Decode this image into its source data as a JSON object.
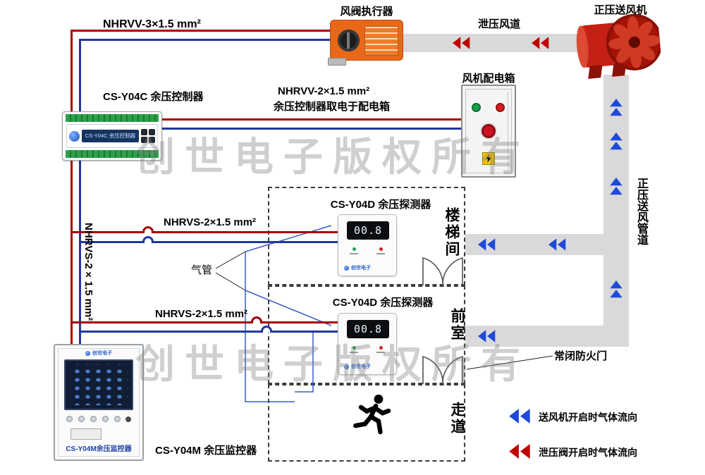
{
  "watermark": "创世电子版权所有",
  "top": {
    "cable_a": "NHRVV-3×1.5 mm²",
    "actuator_title": "风阀执行器",
    "relief_duct_label": "泄压风道",
    "fan_title": "正压送风机"
  },
  "power": {
    "box_title": "风机配电箱",
    "cable_label_line1": "NHRVV-2×1.5 mm²",
    "cable_label_line2": "余压控制器取电于配电箱"
  },
  "controller": {
    "title": "CS-Y04C 余压控制器",
    "faceplate_text": "CS-Y04C 余压控制器"
  },
  "riser": {
    "cable_vertical": "NHRVS-2×1.5 mm²",
    "supply_duct_label": "正压送风管道"
  },
  "stairwell": {
    "detector_title": "CS-Y04D 余压探测器",
    "cable_label": "NHRVS-2×1.5 mm²",
    "room_label": "楼梯间",
    "reading": "00.8",
    "logo": "创世电子"
  },
  "front_room": {
    "detector_title": "CS-Y04D 余压探测器",
    "cable_label": "NHRVS-2×1.5 mm²",
    "room_label": "前室",
    "reading": "00.8",
    "logo": "创世电子",
    "fire_door_label": "常闭防火门"
  },
  "corridor": {
    "room_label": "走道"
  },
  "air_tube_label": "气管",
  "monitor": {
    "title": "CS-Y04M 余压监控器",
    "faceplate_label": "CS-Y04M余压监控器",
    "logo": "创世电子"
  },
  "legend": {
    "items": [
      {
        "text": "送风机开启时气体流向",
        "color": "#1f49d8"
      },
      {
        "text": "泄压阀开启时气体流向",
        "color": "#c00000"
      }
    ]
  },
  "colors": {
    "wire_red": "#a80000",
    "wire_blue": "#20389f",
    "duct_gray": "#d9d9d9",
    "arrow_blue": "#1f49d8",
    "arrow_red": "#c00000",
    "actuator_orange": "#e8681a",
    "fan_red": "#c42015"
  }
}
